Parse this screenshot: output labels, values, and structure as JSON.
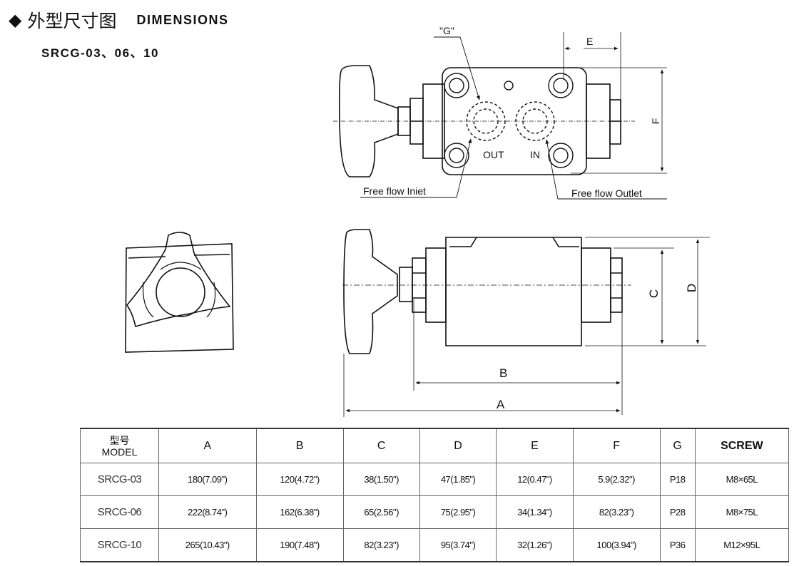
{
  "header": {
    "title_cn": "外型尺寸图",
    "title_en": "DIMENSIONS",
    "subtitle": "SRCG-03、06、10"
  },
  "drawing": {
    "labels": {
      "g": "\"G\"",
      "e": "E",
      "f": "F",
      "out": "OUT",
      "in": "IN",
      "inlet": "Free flow Iniet",
      "outlet": "Free flow Outlet",
      "a": "A",
      "b": "B",
      "c": "C",
      "d": "D"
    }
  },
  "table": {
    "headers": {
      "model_cn": "型号",
      "model_en": "MODEL",
      "cols": [
        "A",
        "B",
        "C",
        "D",
        "E",
        "F",
        "G",
        "SCREW"
      ]
    },
    "rows": [
      {
        "model": "SRCG-03",
        "values": [
          "180(7.09\")",
          "120(4.72\")",
          "38(1.50\")",
          "47(1.85\")",
          "12(0.47\")",
          "5.9(2.32\")",
          "P18",
          "M8×65L"
        ]
      },
      {
        "model": "SRCG-06",
        "values": [
          "222(8.74\")",
          "162(6.38\")",
          "65(2.56\")",
          "75(2.95\")",
          "34(1.34\")",
          "82(3.23\")",
          "P28",
          "M8×75L"
        ]
      },
      {
        "model": "SRCG-10",
        "values": [
          "265(10.43\")",
          "190(7.48\")",
          "82(3.23\")",
          "95(3.74\")",
          "32(1.26\")",
          "100(3.94\")",
          "P36",
          "M12×95L"
        ]
      }
    ]
  }
}
